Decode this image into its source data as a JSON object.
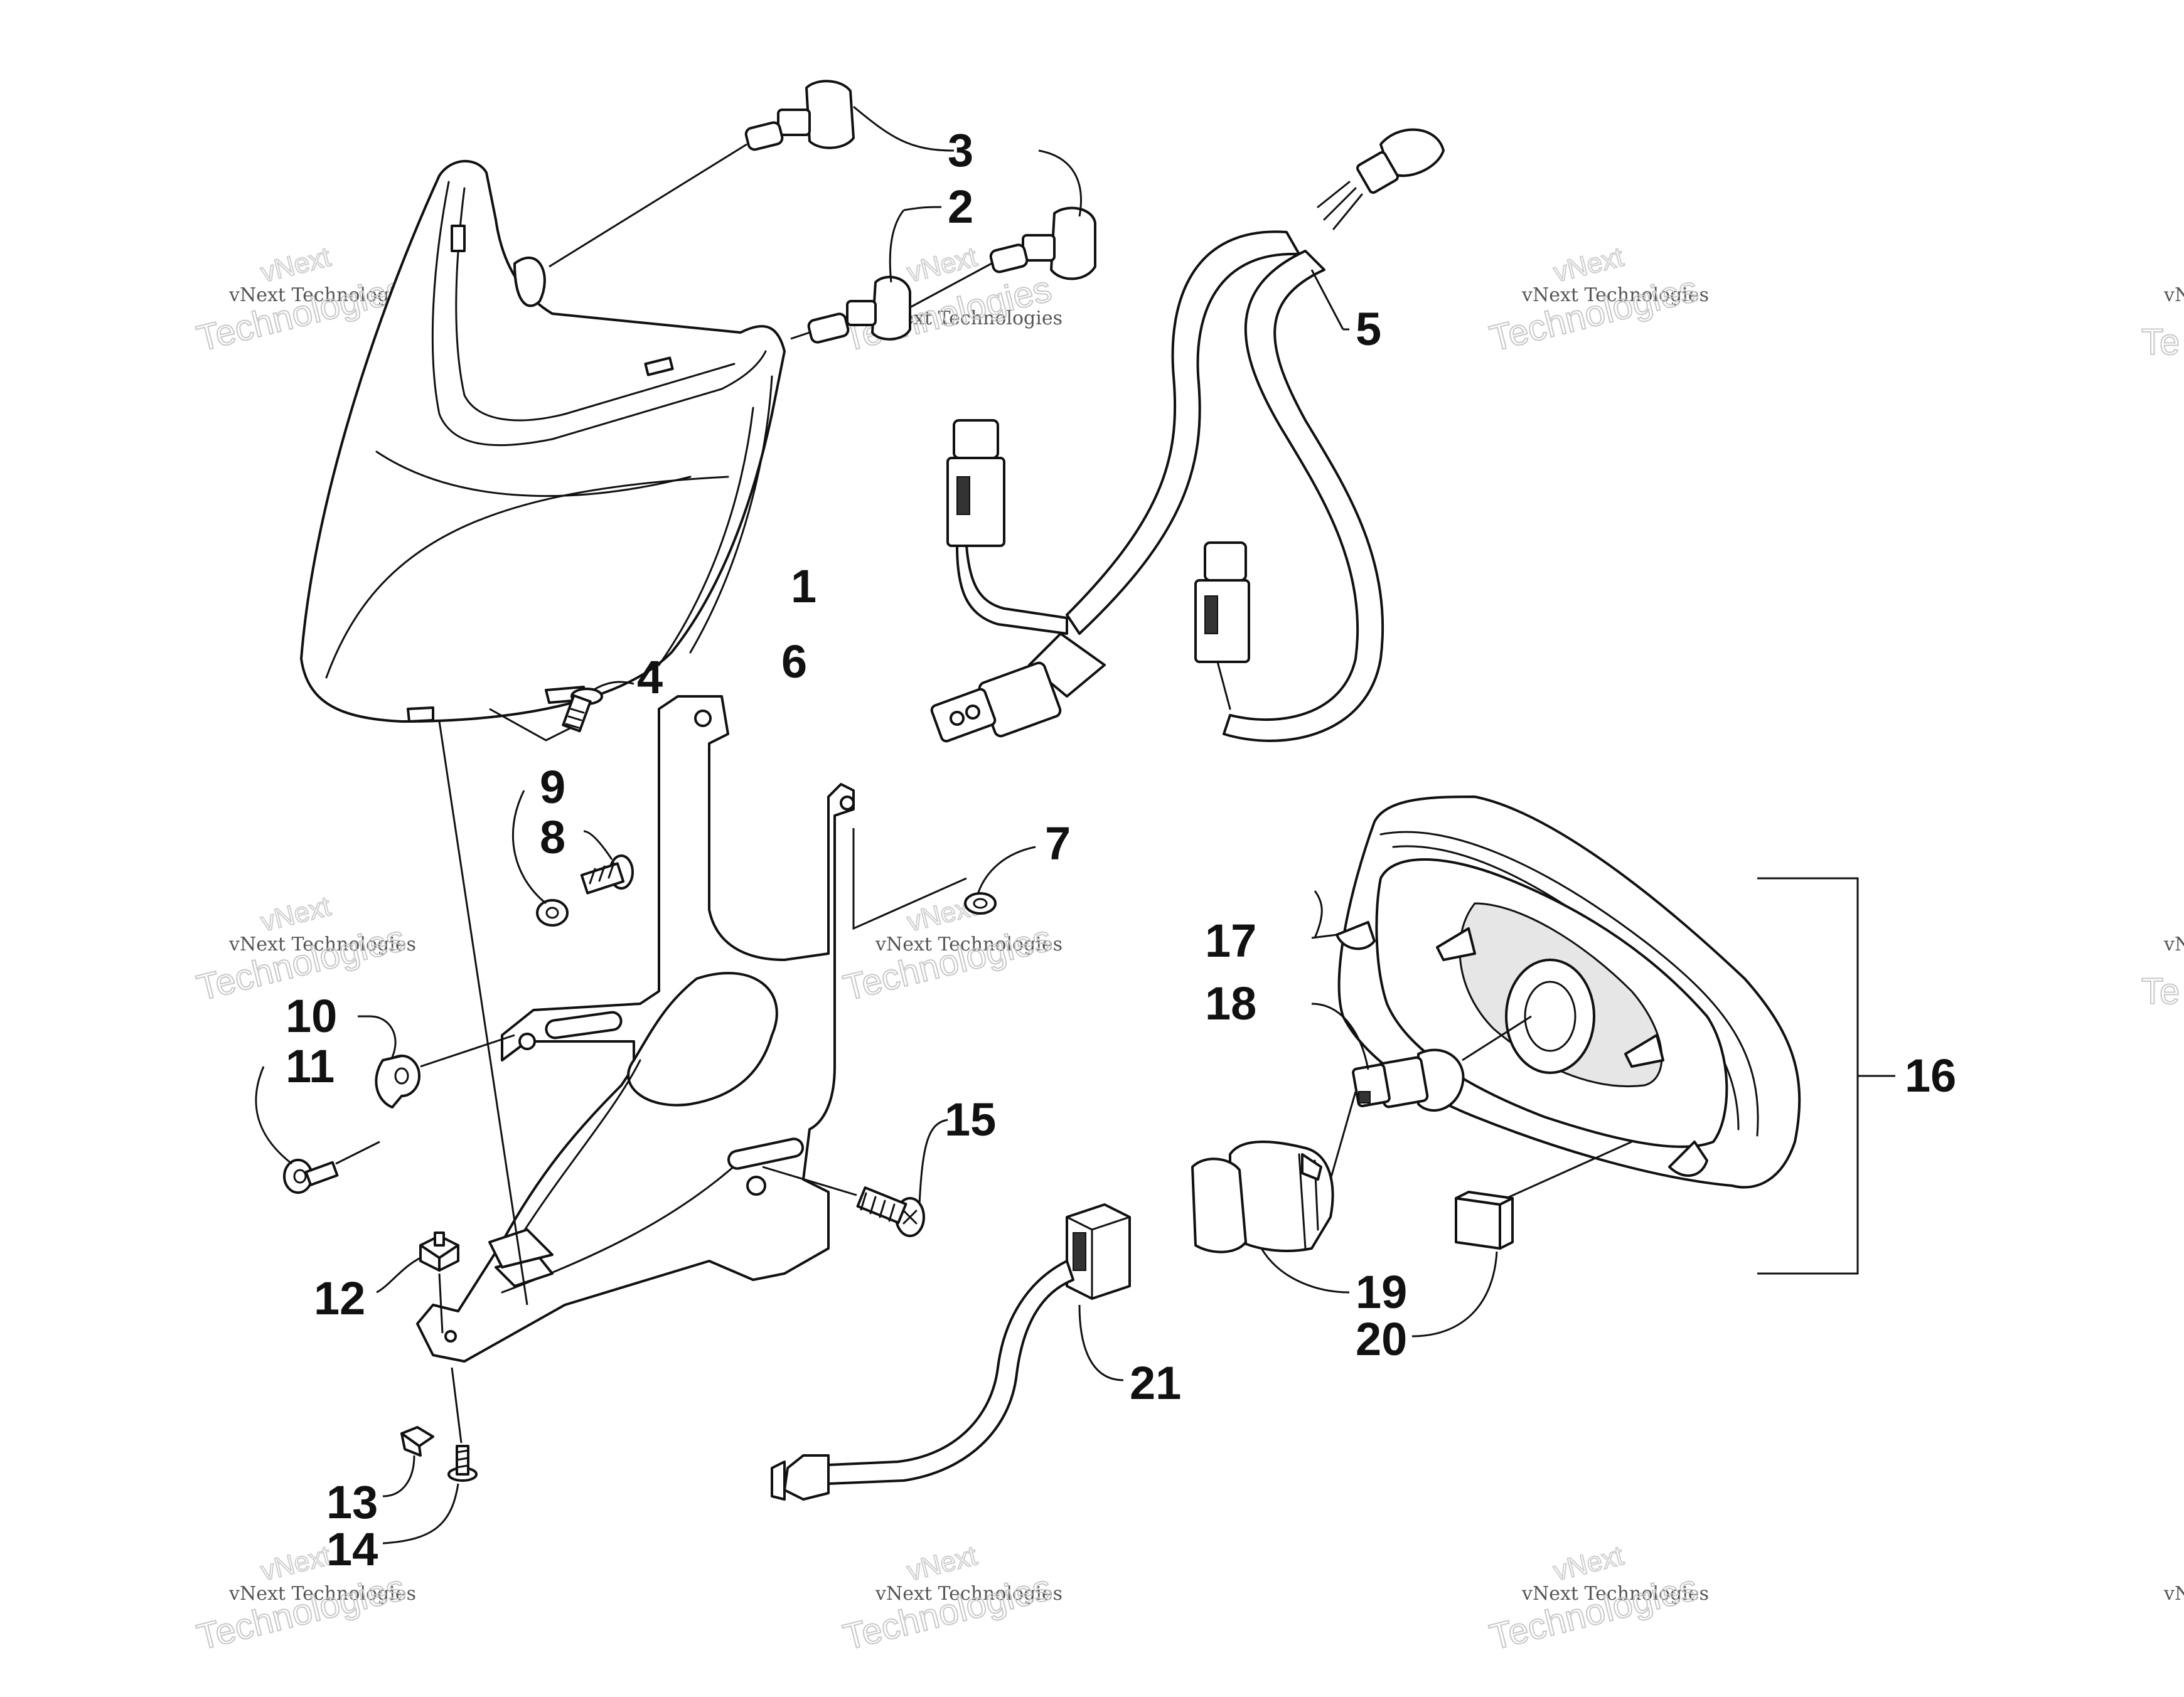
{
  "diagram": {
    "callouts": [
      {
        "id": "1",
        "label": "1"
      },
      {
        "id": "2",
        "label": "2"
      },
      {
        "id": "3",
        "label": "3"
      },
      {
        "id": "4",
        "label": "4"
      },
      {
        "id": "5",
        "label": "5"
      },
      {
        "id": "6",
        "label": "6"
      },
      {
        "id": "7",
        "label": "7"
      },
      {
        "id": "8",
        "label": "8"
      },
      {
        "id": "9",
        "label": "9"
      },
      {
        "id": "10",
        "label": "10"
      },
      {
        "id": "11",
        "label": "11"
      },
      {
        "id": "12",
        "label": "12"
      },
      {
        "id": "13",
        "label": "13"
      },
      {
        "id": "14",
        "label": "14"
      },
      {
        "id": "15",
        "label": "15"
      },
      {
        "id": "16",
        "label": "16"
      },
      {
        "id": "17",
        "label": "17"
      },
      {
        "id": "18",
        "label": "18"
      },
      {
        "id": "19",
        "label": "19"
      },
      {
        "id": "20",
        "label": "20"
      },
      {
        "id": "21",
        "label": "21"
      }
    ],
    "watermark": {
      "line1": "vNext Technologies",
      "line2": "Technologies",
      "line3": "vNext",
      "edge1": "vN",
      "edge2": "Te"
    }
  }
}
